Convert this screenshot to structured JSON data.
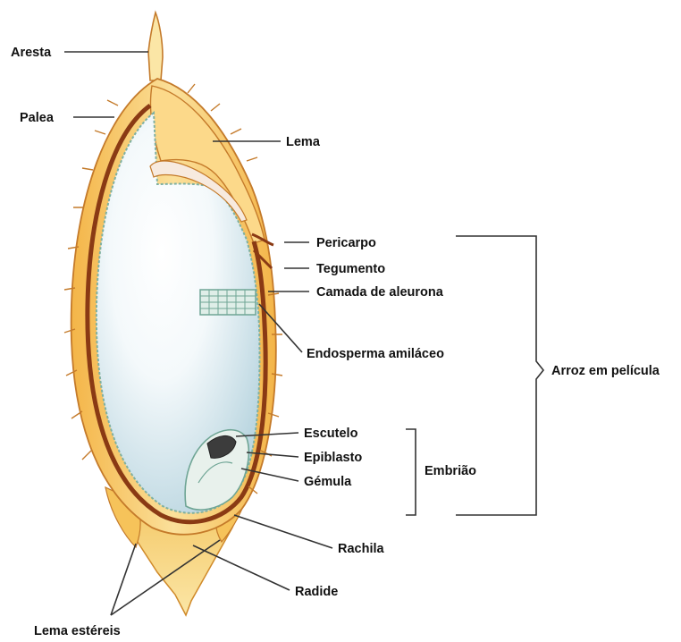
{
  "labels": {
    "aresta": "Aresta",
    "palea": "Palea",
    "lema": "Lema",
    "pericarpo": "Pericarpo",
    "tegumento": "Tegumento",
    "aleurona": "Camada de aleurona",
    "endosperma": "Endosperma amiláceo",
    "arroz": "Arroz em película",
    "escutelo": "Escutelo",
    "epiblasto": "Epiblasto",
    "gemula": "Gémula",
    "embriao": "Embrião",
    "rachila": "Rachila",
    "radide": "Radide",
    "lema_estereis": "Lema estéreis"
  },
  "colors": {
    "husk": "#f6c35a",
    "husk_light": "#fbe6a6",
    "husk_edge": "#d08a2a",
    "bran": "#8a3a14",
    "endosperm": "#cfe3ea",
    "aleurone": "#8fb9a9",
    "leader": "#333333"
  }
}
